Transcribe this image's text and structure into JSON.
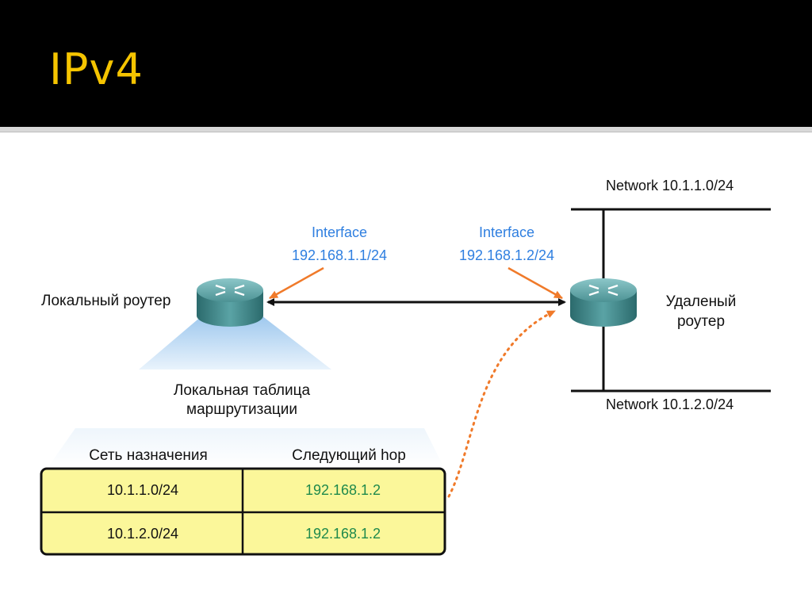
{
  "slide": {
    "title": "IPv4"
  },
  "local_router": {
    "label": "Локальный роутер"
  },
  "remote_router": {
    "label_line1": "Удаленый",
    "label_line2": "роутер"
  },
  "interfaces": [
    {
      "title": "Interface",
      "address": "192.168.1.1/24"
    },
    {
      "title": "Interface",
      "address": "192.168.1.2/24"
    }
  ],
  "networks": {
    "top": "Network 10.1.1.0/24",
    "bottom": "Network 10.1.2.0/24"
  },
  "routing_table": {
    "caption_line1": "Локальная таблица",
    "caption_line2": "маршрутизации",
    "headers": {
      "destination": "Сеть назначения",
      "next_hop": "Следующий hop"
    },
    "rows": [
      {
        "destination": "10.1.1.0/24",
        "next_hop": "192.168.1.2"
      },
      {
        "destination": "10.1.2.0/24",
        "next_hop": "192.168.1.2"
      }
    ]
  },
  "colors": {
    "title": "#f5c400",
    "interface_text": "#2f7fe0",
    "next_hop_text": "#1f8a4c",
    "table_fill": "#fbf79a",
    "arrow": "#f07a2a",
    "router_body": "#3f8a8c"
  }
}
